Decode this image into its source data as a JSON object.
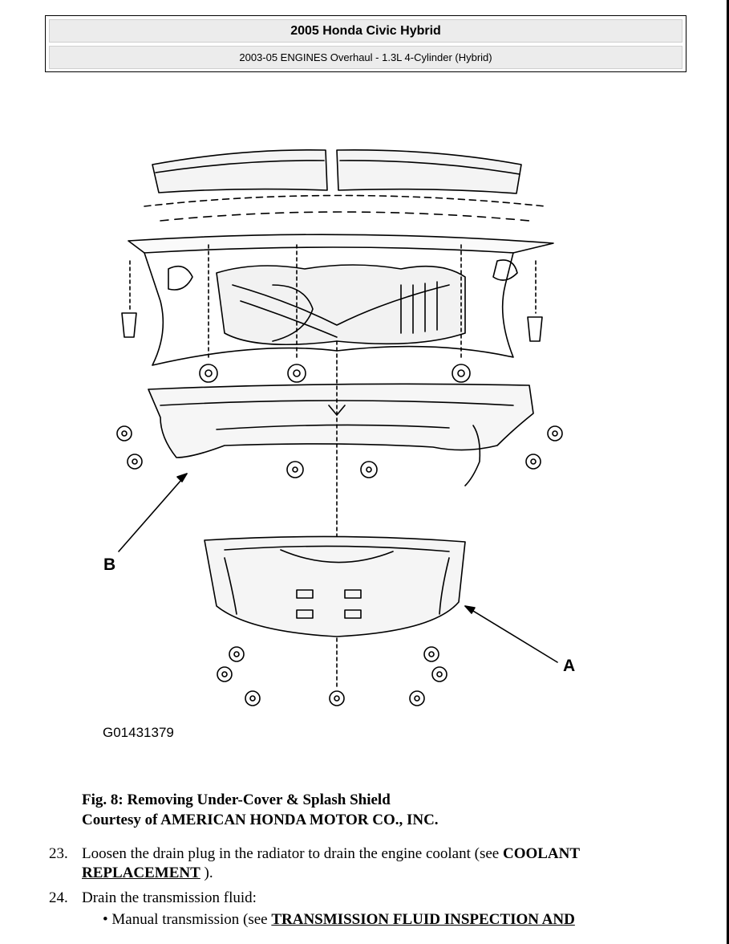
{
  "header": {
    "title": "2005 Honda Civic Hybrid",
    "subtitle": "2003-05 ENGINES Overhaul - 1.3L 4-Cylinder (Hybrid)"
  },
  "figure": {
    "callout_a": "A",
    "callout_b": "B",
    "code": "G01431379"
  },
  "caption": {
    "line1": "Fig. 8: Removing Under-Cover & Splash Shield",
    "line2": "Courtesy of AMERICAN HONDA MOTOR CO., INC."
  },
  "steps": [
    {
      "number": "23.",
      "text_before": "Loosen the drain plug in the radiator to drain the engine coolant (see ",
      "link_part1": "COOLANT",
      "link_part2": "REPLACEMENT",
      "text_after": " )."
    },
    {
      "number": "24.",
      "text": "Drain the transmission fluid:"
    }
  ],
  "bullets": [
    {
      "text_before": "Manual transmission (see ",
      "link": "TRANSMISSION FLUID INSPECTION AND"
    }
  ]
}
